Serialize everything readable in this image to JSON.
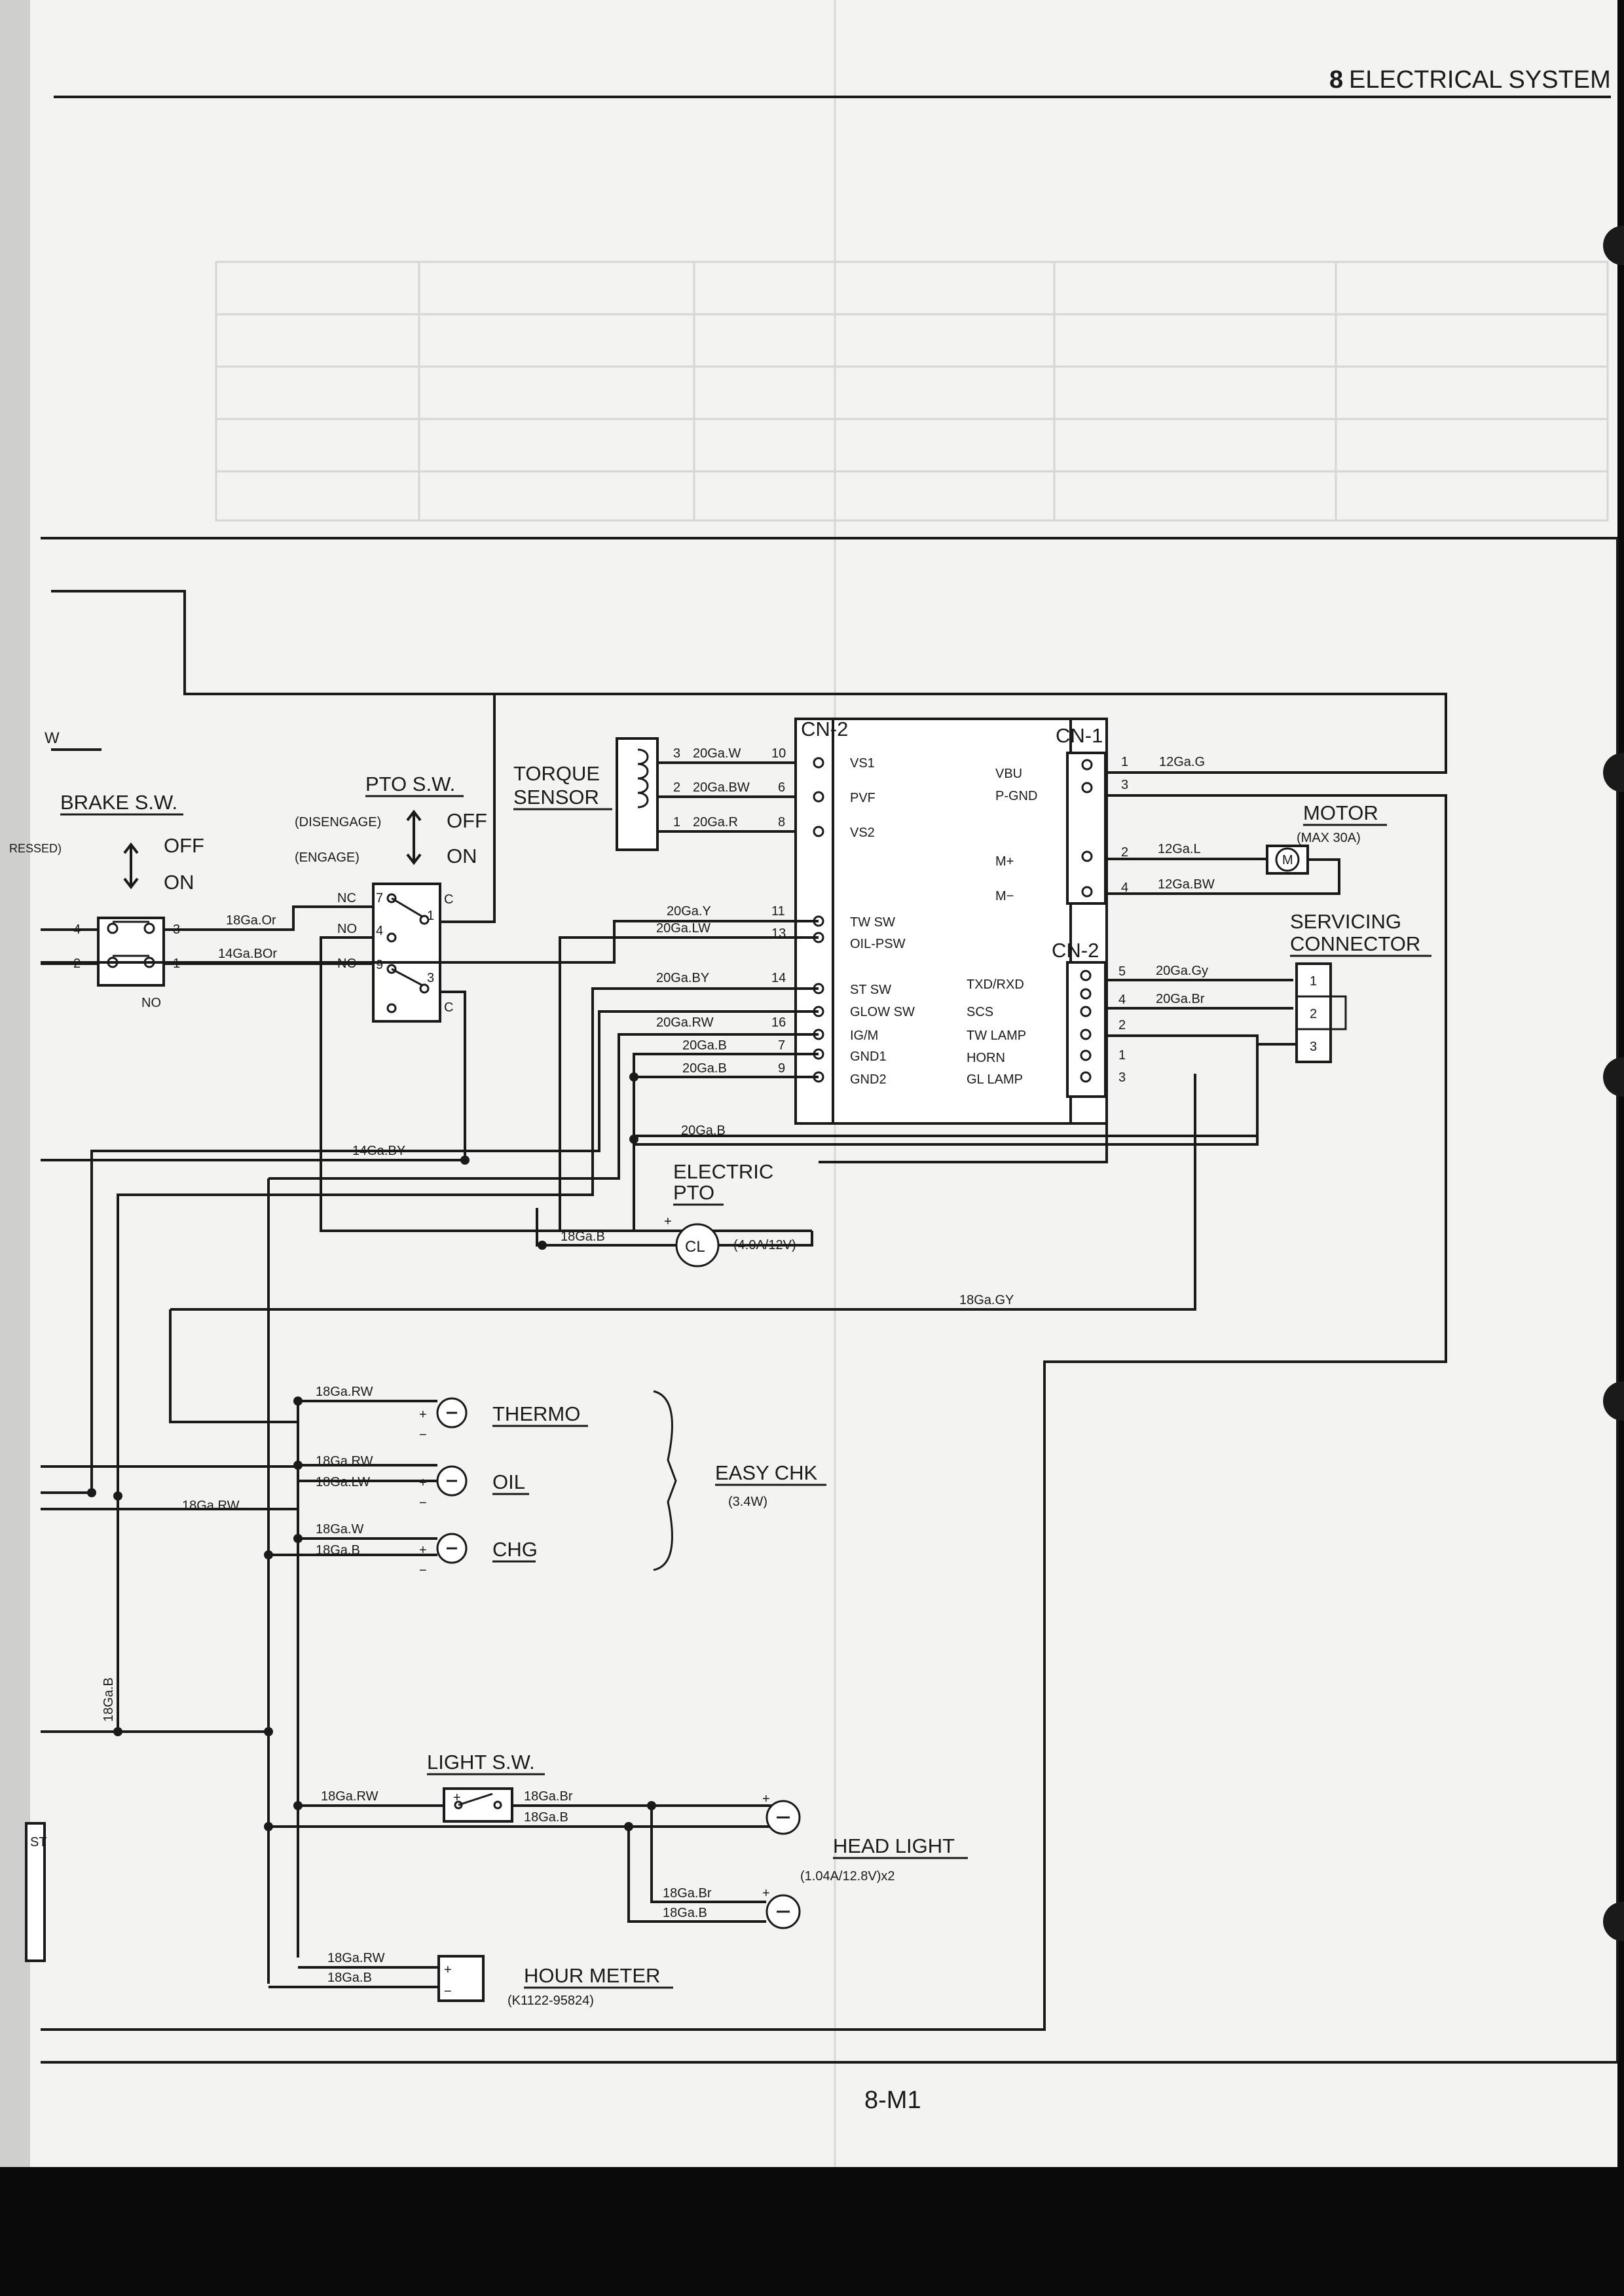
{
  "header": {
    "section_number": "8",
    "section_title": "ELECTRICAL SYSTEM"
  },
  "footer": {
    "page_number": "8-M1"
  },
  "labels": {
    "brake_sw": "BRAKE S.W.",
    "brake_off": "OFF",
    "brake_on": "ON",
    "brake_pressed": "RESSED)",
    "brake_no": "NO",
    "pto_sw": "PTO S.W.",
    "pto_disengage": "(DISENGAGE)",
    "pto_engage": "(ENGAGE)",
    "pto_off": "OFF",
    "pto_on": "ON",
    "torque_sensor_1": "TORQUE",
    "torque_sensor_2": "SENSOR",
    "cn2_top": "CN-2",
    "cn1": "CN-1",
    "cn2_right": "CN-2",
    "motor": "MOTOR",
    "motor_spec": "(MAX 30A)",
    "motor_symbol": "M",
    "servicing_1": "SERVICING",
    "servicing_2": "CONNECTOR",
    "electric_pto_1": "ELECTRIC",
    "electric_pto_2": "PTO",
    "cl_symbol": "CL",
    "cl_spec": "(4.0A/12V)",
    "thermo": "THERMO",
    "oil": "OIL",
    "chg": "CHG",
    "easy_chk": "EASY CHK",
    "easy_chk_spec": "(3.4W)",
    "light_sw": "LIGHT S.W.",
    "head_light": "HEAD LIGHT",
    "head_light_spec": "(1.04A/12.8V)x2",
    "hour_meter": "HOUR METER",
    "hour_meter_part": "(K1122-95824)",
    "left_w": "W",
    "left_st": "ST"
  },
  "wires": {
    "w_18or": "18Ga.Or",
    "w_14bor": "14Ga.BOr",
    "w_20w": "20Ga.W",
    "w_20bw": "20Ga.BW",
    "w_20r": "20Ga.R",
    "w_20y": "20Ga.Y",
    "w_20lw": "20Ga.LW",
    "w_20by": "20Ga.BY",
    "w_20rw": "20Ga.RW",
    "w_20b1": "20Ga.B",
    "w_20b2": "20Ga.B",
    "w_20b3": "20Ga.B",
    "w_14by": "14Ga.BY",
    "w_18b_cl": "18Ga.B",
    "w_18gy": "18Ga.GY",
    "w_12g": "12Ga.G",
    "w_12l": "12Ga.L",
    "w_12bw": "12Ga.BW",
    "w_20gy": "20Ga.Gy",
    "w_20br": "20Ga.Br",
    "w_18rw_thermo": "18Ga.RW",
    "w_18rw_oil": "18Ga.RW",
    "w_18lw_oil": "18Ga.LW",
    "w_18rw_left": "18Ga.RW",
    "w_18w_chg": "18Ga.W",
    "w_18b_chg": "18Ga.B",
    "w_18b_vert": "18Ga.B",
    "w_18rw_light": "18Ga.RW",
    "w_18br_light": "18Ga.Br",
    "w_18b_light": "18Ga.B",
    "w_18br_hl2": "18Ga.Br",
    "w_18b_hl2": "18Ga.B",
    "w_18rw_hm": "18Ga.RW",
    "w_18b_hm": "18Ga.B"
  },
  "pins": {
    "brake_4": "4",
    "brake_3": "3",
    "brake_2": "2",
    "brake_1": "1",
    "pto_nc1": "NC",
    "pto_no": "NO",
    "pto_nc2": "NC",
    "pto_7": "7",
    "pto_4": "4",
    "pto_9": "9",
    "pto_1": "1",
    "pto_3": "3",
    "pto_c1": "C",
    "pto_c2": "C",
    "ts_3": "3",
    "ts_2": "2",
    "ts_1": "1",
    "cn2_10": "10",
    "cn2_6": "6",
    "cn2_8": "8",
    "cn2_11": "11",
    "cn2_13": "13",
    "cn2_14": "14",
    "cn2_16": "16",
    "cn2_7": "7",
    "cn2_9": "9",
    "cn2_vs1": "VS1",
    "cn2_pvf": "PVF",
    "cn2_vs2": "VS2",
    "cn2_twsw": "TW SW",
    "cn2_oilpsw": "OIL-PSW",
    "cn2_stsw": "ST SW",
    "cn2_glowsw": "GLOW SW",
    "cn2_igm": "IG/M",
    "cn2_gnd1": "GND1",
    "cn2_gnd2": "GND2",
    "ctl_vbu": "VBU",
    "ctl_pgnd": "P-GND",
    "ctl_mplus": "M+",
    "ctl_mminus": "M−",
    "ctl_txd": "TXD/RXD",
    "ctl_scs": "SCS",
    "ctl_twlamp": "TW LAMP",
    "ctl_horn": "HORN",
    "ctl_gllamp": "GL LAMP",
    "cn1_1": "1",
    "cn1_3": "3",
    "cn1_2": "2",
    "cn1_4": "4",
    "cn2r_5": "5",
    "cn2r_4": "4",
    "cn2r_2": "2",
    "cn2r_1": "1",
    "cn2r_3": "3",
    "sc_1": "1",
    "sc_2": "2",
    "sc_3": "3"
  }
}
